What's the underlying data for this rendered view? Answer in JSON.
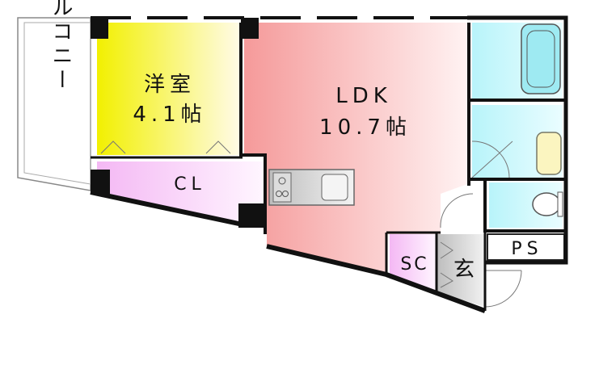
{
  "plan": {
    "balcony": {
      "label": "バルコニー"
    },
    "western_room": {
      "name": "洋室",
      "size": "4.1帖"
    },
    "closet": {
      "label": "CL"
    },
    "ldk": {
      "name": "LDK",
      "size": "10.7帖"
    },
    "shoe_closet": {
      "label": "SC"
    },
    "entrance": {
      "label": "玄"
    },
    "pipe_space": {
      "label": "PS"
    }
  },
  "colors": {
    "western_room": "#f2f000",
    "ldk": "#f59a9a",
    "closet": "#f4b8f4",
    "wet_area": "#b8f4fa",
    "entrance": "#c8c8c8"
  }
}
